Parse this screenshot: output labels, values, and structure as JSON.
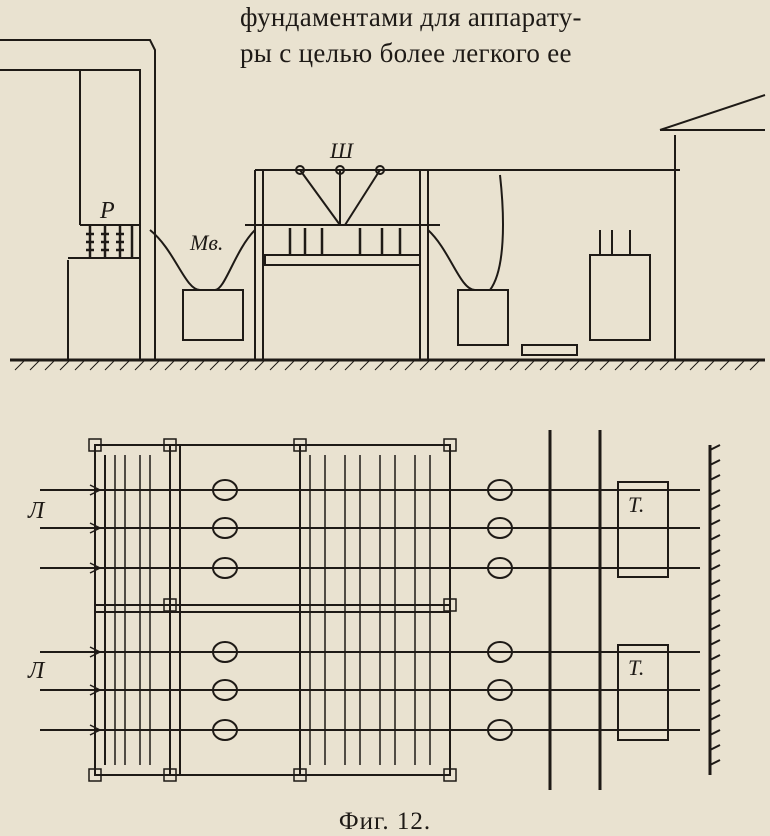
{
  "text_lines": [
    "фундаментами для аппарату-",
    "ры с целью более легкого ее"
  ],
  "labels": {
    "p_upper": "P",
    "mv": "Mв.",
    "sh": "Ш",
    "l_top": "Л",
    "l_bottom": "Л",
    "t_top": "Т.",
    "t_bottom": "Т."
  },
  "caption": "Фиг. 12.",
  "colors": {
    "paper": "#e9e2d0",
    "ink": "#1e1a16"
  }
}
